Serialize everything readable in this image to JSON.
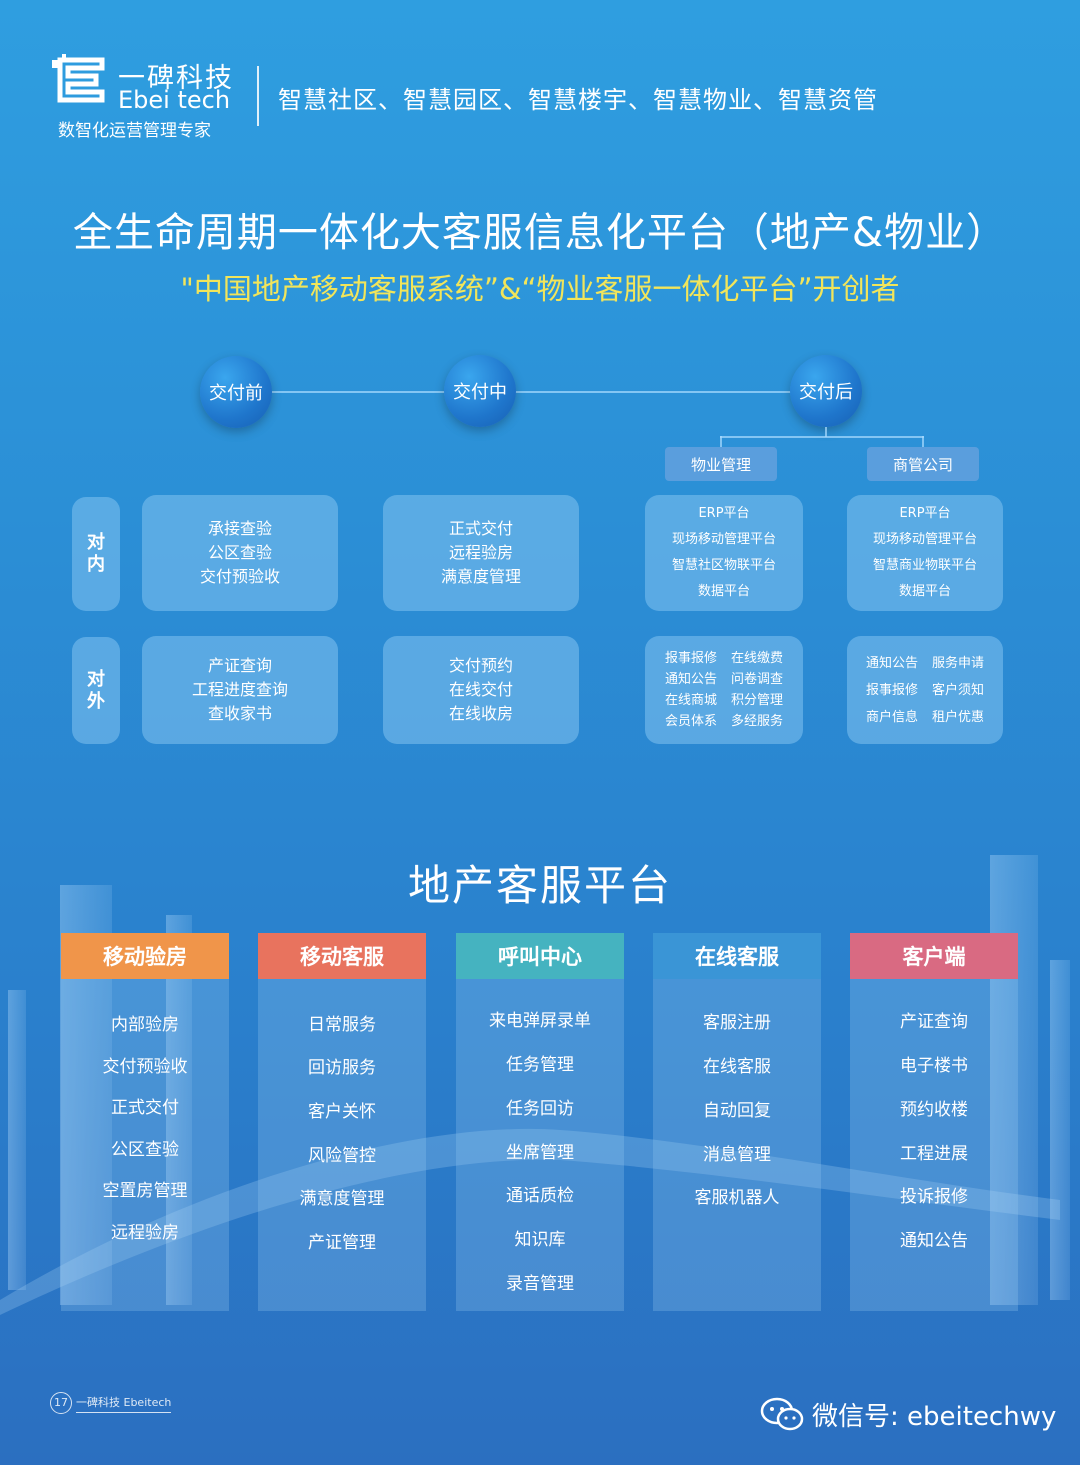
{
  "header": {
    "brand_cn": "一碑科技",
    "brand_en": "Ebei tech",
    "brand_sub": "数智化运营管理专家",
    "slogan": "智慧社区、智慧园区、智慧楼宇、智慧物业、智慧资管"
  },
  "title": "全生命周期一体化大客服信息化平台（地产&物业）",
  "subtitle": "\"中国地产移动客服系统”&“物业客服一体化平台”开创者",
  "timeline": {
    "before": "交付前",
    "during": "交付中",
    "after": "交付后",
    "after_branches": [
      "物业管理",
      "商管公司"
    ]
  },
  "rows": {
    "inner_label": "对内",
    "outer_label": "对外",
    "inner": {
      "before": [
        "承接查验",
        "公区查验",
        "交付预验收"
      ],
      "during": [
        "正式交付",
        "远程验房",
        "满意度管理"
      ],
      "property": [
        "ERP平台",
        "现场移动管理平台",
        "智慧社区物联平台",
        "数据平台"
      ],
      "commercial": [
        "ERP平台",
        "现场移动管理平台",
        "智慧商业物联平台",
        "数据平台"
      ]
    },
    "outer": {
      "before": [
        "产证查询",
        "工程进度查询",
        "查收家书"
      ],
      "during": [
        "交付预约",
        "在线交付",
        "在线收房"
      ],
      "property": [
        "报事报修",
        "在线缴费",
        "通知公告",
        "问卷调查",
        "在线商城",
        "积分管理",
        "会员体系",
        "多经服务"
      ],
      "commercial": [
        "通知公告",
        "服务申请",
        "报事报修",
        "客户须知",
        "商户信息",
        "租户优惠"
      ]
    }
  },
  "platform": {
    "title": "地产客服平台",
    "columns": [
      {
        "head": "移动验房",
        "color": "#f0954a",
        "items": [
          "内部验房",
          "交付预验收",
          "正式交付",
          "公区查验",
          "空置房管理",
          "远程验房"
        ]
      },
      {
        "head": "移动客服",
        "color": "#e8735e",
        "items": [
          "日常服务",
          "回访服务",
          "客户关怀",
          "风险管控",
          "满意度管理",
          "产证管理"
        ]
      },
      {
        "head": "呼叫中心",
        "color": "#45b3c0",
        "items": [
          "来电弹屏录单",
          "任务管理",
          "任务回访",
          "坐席管理",
          "通话质检",
          "知识库",
          "录音管理"
        ]
      },
      {
        "head": "在线客服",
        "color": "#3a95d6",
        "items": [
          "客服注册",
          "在线客服",
          "自动回复",
          "消息管理",
          "客服机器人"
        ]
      },
      {
        "head": "客户端",
        "color": "#d96a82",
        "items": [
          "产证查询",
          "电子楼书",
          "预约收楼",
          "工程进展",
          "投诉报修",
          "通知公告"
        ]
      }
    ]
  },
  "footer": {
    "page_num": "17",
    "left_text": "一碑科技  Ebeitech",
    "wechat": "微信号: ebeitechwy"
  }
}
